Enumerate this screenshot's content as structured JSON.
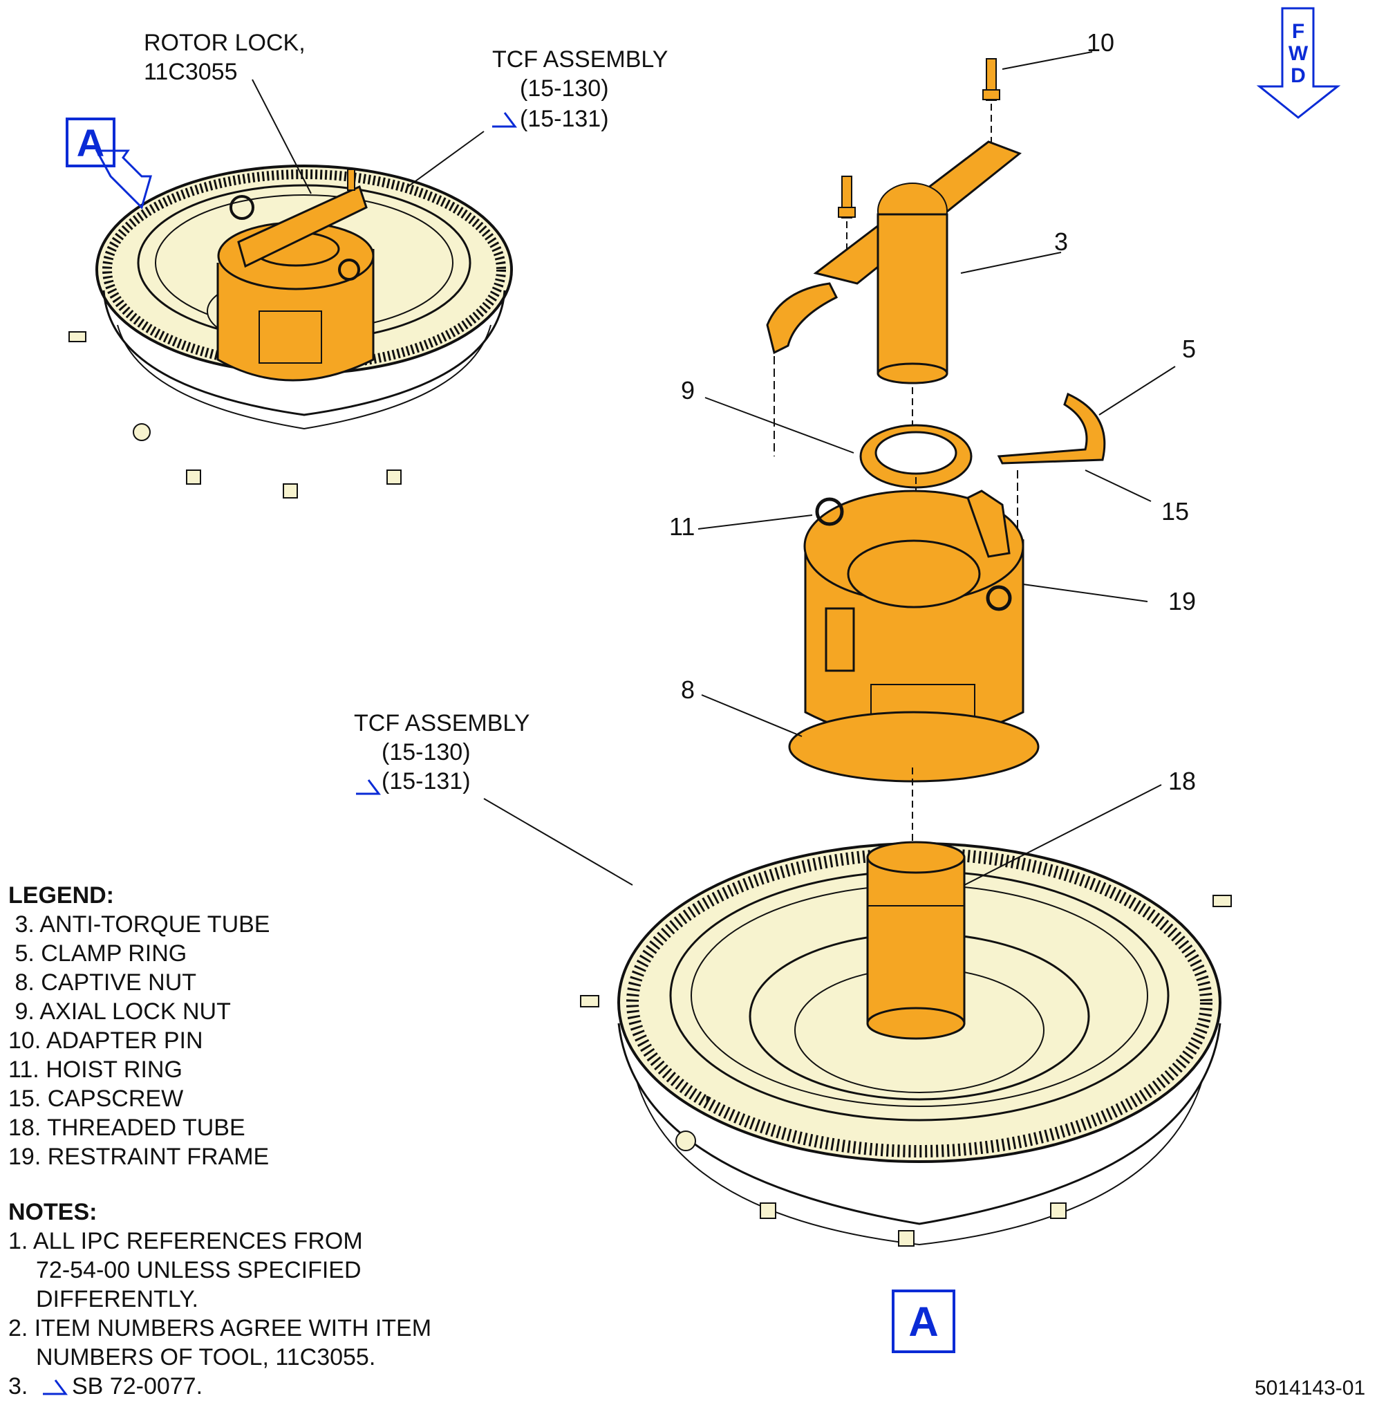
{
  "header_labels": {
    "rotor_lock": "ROTOR LOCK,",
    "rotor_lock_tool": "11C3055",
    "tcf_assembly_top": "TCF ASSEMBLY",
    "tcf_ref1_top": "(15-130)",
    "tcf_ref2_top": "(15-131)",
    "tcf_assembly_bottom": "TCF ASSEMBLY",
    "tcf_ref1_bottom": "(15-130)",
    "tcf_ref2_bottom": "(15-131)"
  },
  "view_badges": {
    "top": "A",
    "bottom": "A"
  },
  "fwd": {
    "letters": [
      "F",
      "W",
      "D"
    ]
  },
  "callouts": {
    "c10": "10",
    "c3": "3",
    "c5": "5",
    "c9": "9",
    "c15": "15",
    "c11": "11",
    "c19": "19",
    "c8": "8",
    "c18": "18"
  },
  "legend": {
    "title": "LEGEND:",
    "items": [
      " 3. ANTI-TORQUE TUBE",
      " 5. CLAMP RING",
      " 8. CAPTIVE NUT",
      " 9. AXIAL LOCK NUT",
      "10. ADAPTER PIN",
      "11. HOIST RING",
      "15. CAPSCREW",
      "18. THREADED TUBE",
      "19. RESTRAINT FRAME"
    ]
  },
  "notes": {
    "title": "NOTES:",
    "n1_line1": "1. ALL IPC REFERENCES FROM",
    "n1_line2": "72-54-00 UNLESS SPECIFIED",
    "n1_line3": "DIFFERENTLY.",
    "n2_line1": "2. ITEM NUMBERS AGREE WITH ITEM",
    "n2_line2": "NUMBERS OF TOOL, 11C3055.",
    "n3_num": "3.",
    "n3_text": "SB 72-0077."
  },
  "figure_id": "5014143-01",
  "colors": {
    "tool": "#f5a623",
    "frame": "#f7f3cf",
    "flag": "#0a2bd6",
    "outline": "#111111"
  }
}
